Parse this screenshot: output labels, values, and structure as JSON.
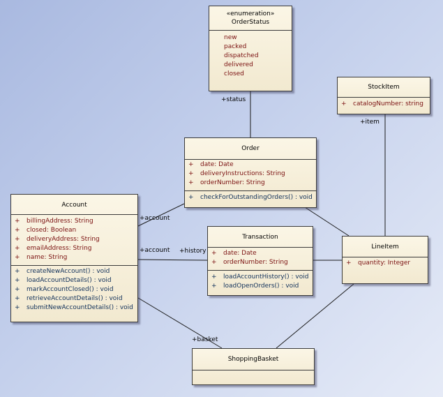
{
  "classes": {
    "order_status": {
      "stereotype": "«enumeration»",
      "name": "OrderStatus",
      "literals": [
        "new",
        "packed",
        "dispatched",
        "delivered",
        "closed"
      ]
    },
    "stock_item": {
      "name": "StockItem",
      "attributes": [
        {
          "vis": "+",
          "text": "catalogNumber:  string"
        }
      ]
    },
    "order": {
      "name": "Order",
      "attributes": [
        {
          "vis": "+",
          "text": "date:  Date"
        },
        {
          "vis": "+",
          "text": "deliveryInstructions:  String"
        },
        {
          "vis": "+",
          "text": "orderNumber:  String"
        }
      ],
      "operations": [
        {
          "vis": "+",
          "text": "checkForOutstandingOrders() : void"
        }
      ]
    },
    "account": {
      "name": "Account",
      "attributes": [
        {
          "vis": "+",
          "text": "billingAddress:  String"
        },
        {
          "vis": "+",
          "text": "closed:  Boolean"
        },
        {
          "vis": "+",
          "text": "deliveryAddress:  String"
        },
        {
          "vis": "+",
          "text": "emailAddress:  String"
        },
        {
          "vis": "+",
          "text": "name:  String"
        }
      ],
      "operations": [
        {
          "vis": "+",
          "text": "createNewAccount() : void"
        },
        {
          "vis": "+",
          "text": "loadAccountDetails() : void"
        },
        {
          "vis": "+",
          "text": "markAccountClosed() : void"
        },
        {
          "vis": "+",
          "text": "retrieveAccountDetails() : void"
        },
        {
          "vis": "+",
          "text": "submitNewAccountDetails() : void"
        }
      ]
    },
    "transaction": {
      "name": "Transaction",
      "attributes": [
        {
          "vis": "+",
          "text": "date:  Date"
        },
        {
          "vis": "+",
          "text": "orderNumber:  String"
        }
      ],
      "operations": [
        {
          "vis": "+",
          "text": "loadAccountHistory() : void"
        },
        {
          "vis": "+",
          "text": "loadOpenOrders() : void"
        }
      ]
    },
    "line_item": {
      "name": "LineItem",
      "attributes": [
        {
          "vis": "+",
          "text": "quantity:  Integer"
        }
      ]
    },
    "shopping_basket": {
      "name": "ShoppingBasket"
    }
  },
  "roles": {
    "status": "+status",
    "item": "+item",
    "account_order": "+account",
    "account_transaction": "+account",
    "history": "+history",
    "basket": "+basket"
  }
}
